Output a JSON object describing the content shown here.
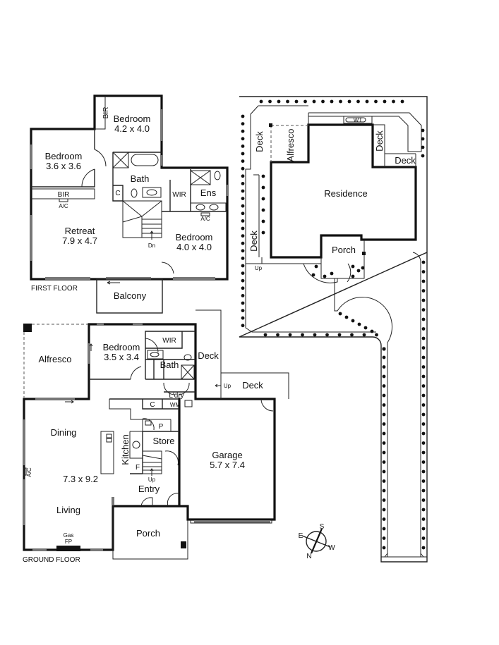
{
  "first_floor": {
    "title": "FIRST FLOOR",
    "rooms": {
      "bedroom_a": {
        "name": "Bedroom",
        "size": "4.2 x 4.0"
      },
      "bedroom_b": {
        "name": "Bedroom",
        "size": "3.6 x 3.6"
      },
      "bedroom_c": {
        "name": "Bedroom",
        "size": "4.0 x 4.0"
      },
      "retreat": {
        "name": "Retreat",
        "size": "7.9 x 4.7"
      },
      "bath": "Bath",
      "ens": "Ens",
      "wir": "WIR",
      "bir_top": "BIR",
      "bir_left": "BIR",
      "cupboard": "C",
      "balcony": "Balcony"
    },
    "labels": {
      "ac_left": "A/C",
      "ac_right": "A/C",
      "stairs": "Dn"
    }
  },
  "ground_floor": {
    "title": "GROUND FLOOR",
    "rooms": {
      "alfresco": "Alfresco",
      "bedroom": {
        "name": "Bedroom",
        "size": "3.5 x 3.4"
      },
      "wir": "WIR",
      "bath": "Bath",
      "deck_upper": "Deck",
      "deck_lower": "Deck",
      "laundry": "L'dry",
      "wm": "WM",
      "cupboard": "C",
      "pantry": "P",
      "store": "Store",
      "kitchen": "Kitchen",
      "fridge": "F",
      "dining": "Dining",
      "living_size": "7.3 x 9.2",
      "living": "Living",
      "entry": "Entry",
      "porch": "Porch",
      "garage": {
        "name": "Garage",
        "size": "5.7 x 7.4"
      }
    },
    "labels": {
      "ac": "A/C",
      "gas": "Gas",
      "fp": "FP",
      "stairs_up": "Up",
      "deck_up": "Up"
    }
  },
  "site_plan": {
    "residence": "Residence",
    "porch": "Porch",
    "alfresco": "Alfresco",
    "deck_left_top": "Deck",
    "deck_left_bottom": "Deck",
    "deck_right": "Deck",
    "deck_right_lower": "Deck",
    "water_tank": "WT",
    "up": "Up"
  },
  "compass": {
    "n": "N",
    "s": "S",
    "e": "E",
    "w": "W"
  }
}
